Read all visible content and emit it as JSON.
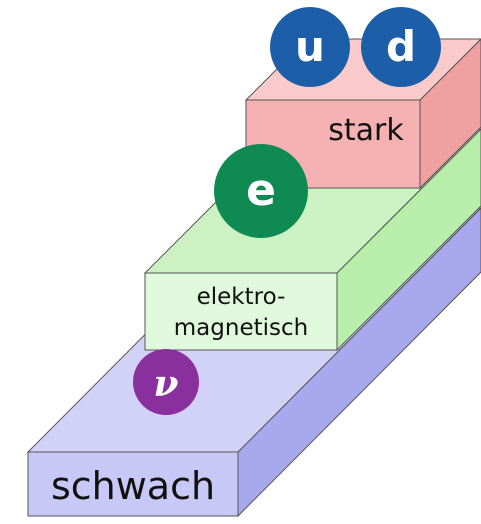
{
  "steps": {
    "weak": {
      "label": "schwach",
      "colors": {
        "front": "#c8c8f6",
        "top": "#d2d2f8",
        "side": "#a8a8ec"
      }
    },
    "electromagnetic": {
      "label_line1": "elektro-",
      "label_line2": "magnetisch",
      "colors": {
        "front": "#e0f8dc",
        "top": "#ccf2c4",
        "side": "#b6eeaa"
      }
    },
    "strong": {
      "label": "stark",
      "colors": {
        "front": "#f6b2b2",
        "top": "#fbcaca",
        "side": "#f0a0a0"
      }
    }
  },
  "particles": {
    "up_quark": {
      "symbol": "u",
      "color": "#1d5ea8",
      "icon": "up-quark-ball"
    },
    "down_quark": {
      "symbol": "d",
      "color": "#1d5ea8",
      "icon": "down-quark-ball"
    },
    "electron": {
      "symbol": "e",
      "color": "#0f8a52",
      "icon": "electron-ball"
    },
    "neutrino": {
      "symbol": "ν",
      "color": "#8a2f9e",
      "icon": "neutrino-ball"
    }
  }
}
